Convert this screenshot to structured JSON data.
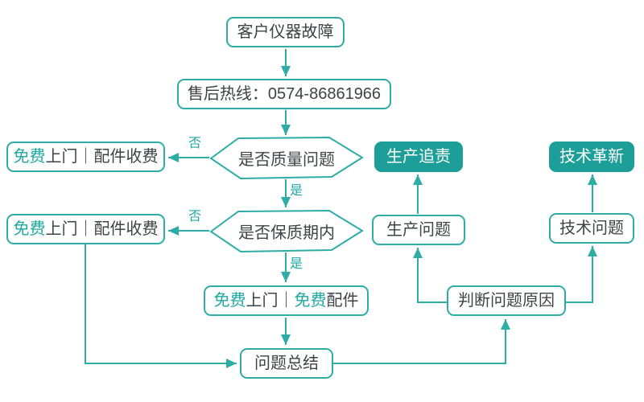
{
  "diagram": {
    "type": "flowchart",
    "colors": {
      "line": "#2eaca6",
      "node_border": "#2eaca6",
      "node_fill_accent": "#1d9e98",
      "text": "#3e4347",
      "accent_text": "#1fa8a1",
      "background": "#ffffff"
    },
    "nodes": {
      "fault": {
        "label": "客户仪器故障"
      },
      "hotline": {
        "label": "售后热线：0574-86861966"
      },
      "quality_decision": {
        "label": "是否质量问题"
      },
      "free_visit_paid_parts_1": {
        "accent_a": "免费",
        "plain_a": "上门｜配件收费"
      },
      "warranty_decision": {
        "label": "是否保质期内"
      },
      "free_visit_paid_parts_2": {
        "accent_a": "免费",
        "plain_a": "上门｜配件收费"
      },
      "free_visit_free_parts": {
        "accent_a": "免费",
        "plain_a": "上门｜",
        "accent_b": "免费",
        "plain_b": "配件"
      },
      "summary": {
        "label": "问题总结"
      },
      "judge_cause": {
        "label": "判断问题原因"
      },
      "production_issue": {
        "label": "生产问题"
      },
      "production_accountability": {
        "label": "生产追责"
      },
      "technical_issue": {
        "label": "技术问题"
      },
      "technical_innovation": {
        "label": "技术革新"
      }
    },
    "edge_labels": {
      "yes": "是",
      "no": "否"
    },
    "edges": [
      {
        "from": "fault",
        "to": "hotline"
      },
      {
        "from": "hotline",
        "to": "quality_decision"
      },
      {
        "from": "quality_decision",
        "to": "free_visit_paid_parts_1",
        "label": "否"
      },
      {
        "from": "quality_decision",
        "to": "warranty_decision",
        "label": "是"
      },
      {
        "from": "warranty_decision",
        "to": "free_visit_paid_parts_2",
        "label": "否"
      },
      {
        "from": "warranty_decision",
        "to": "free_visit_free_parts",
        "label": "是"
      },
      {
        "from": "free_visit_free_parts",
        "to": "summary"
      },
      {
        "from": "free_visit_paid_parts_2",
        "to": "summary"
      },
      {
        "from": "summary",
        "to": "judge_cause"
      },
      {
        "from": "judge_cause",
        "to": "production_issue"
      },
      {
        "from": "judge_cause",
        "to": "technical_issue"
      },
      {
        "from": "production_issue",
        "to": "production_accountability"
      },
      {
        "from": "technical_issue",
        "to": "technical_innovation"
      }
    ]
  }
}
